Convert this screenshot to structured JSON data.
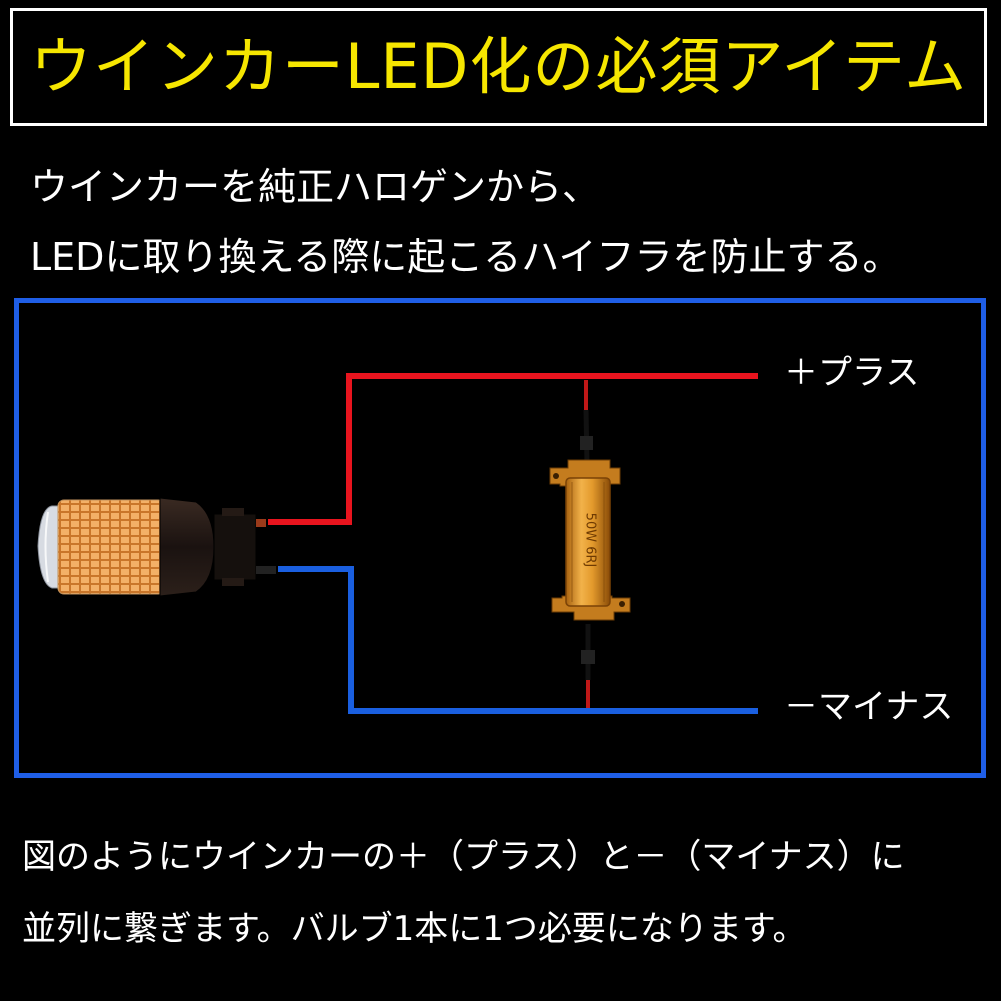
{
  "title": "ウインカーLED化の必須アイテム",
  "intro": {
    "line1": "ウインカーを純正ハロゲンから、",
    "line2": "LEDに取り換える際に起こるハイフラを防止する。"
  },
  "diagram": {
    "plus_label": "＋プラス",
    "minus_label": "－マイナス",
    "resistor_marking": "50W 6RJ"
  },
  "bottom": {
    "line1": "図のようにウインカーの＋（プラス）と－（マイナス）に",
    "line2": "並列に繋ぎます。バルブ1本に1つ必要になります。"
  },
  "colors": {
    "title": "#f6e600",
    "frame": "#1f5ee6",
    "plus_wire": "#e8141e",
    "minus_wire": "#1a5fe0",
    "resistor": "#e09a2c",
    "led": "#f0a44a"
  },
  "icons": {
    "bulb": "led-bulb-icon",
    "resistor": "load-resistor-icon"
  }
}
